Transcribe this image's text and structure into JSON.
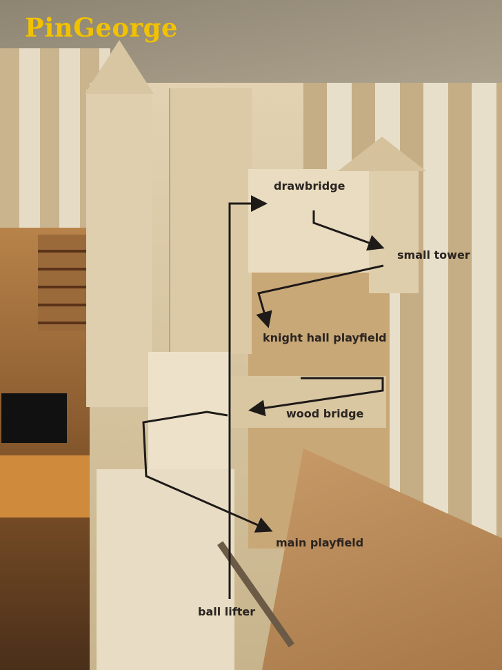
{
  "logo": "PinGeorge",
  "labels": {
    "drawbridge": "drawbridge",
    "small_tower": "small tower",
    "knight_hall": "knight hall playfield",
    "wood_bridge": "wood bridge",
    "main_playfield": "main playfield",
    "ball_lifter": "ball lifter"
  },
  "colors": {
    "logo": "#f2c200",
    "arrows": "#1e1a18"
  }
}
